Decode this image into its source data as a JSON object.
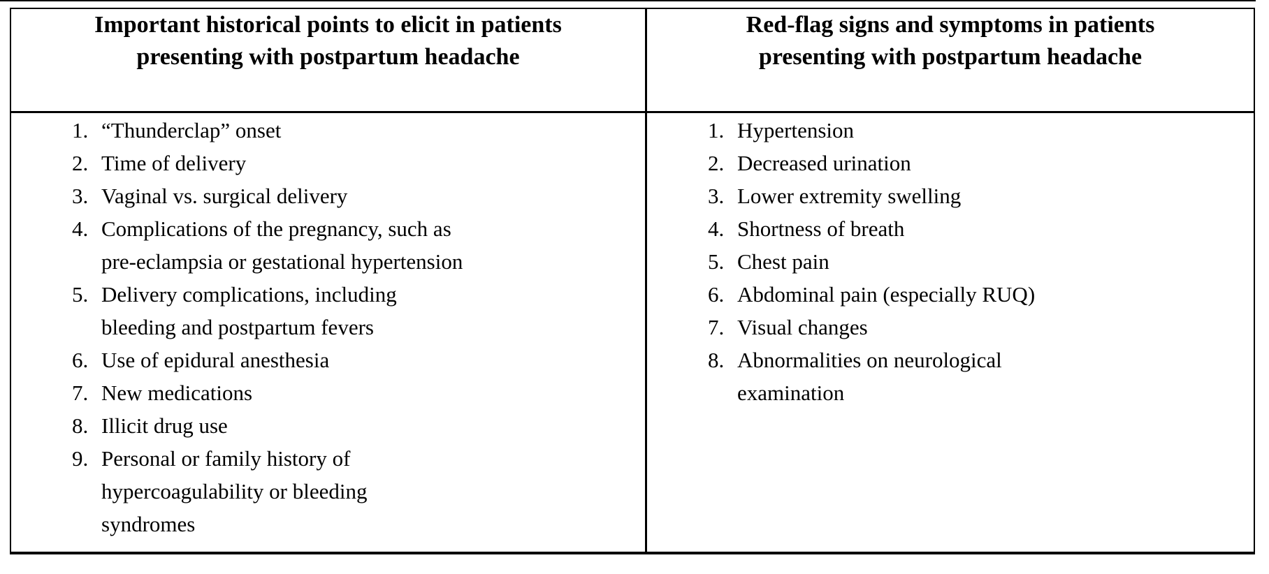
{
  "colors": {
    "background": "#ffffff",
    "border": "#000000",
    "text": "#000000"
  },
  "table": {
    "columns": [
      {
        "header": "Important historical points to elicit in patients\npresenting with postpartum headache",
        "items": [
          "“Thunderclap” onset",
          "Time of delivery",
          "Vaginal vs. surgical delivery",
          "Complications of the pregnancy, such as\npre-eclampsia or gestational hypertension",
          "Delivery complications, including\nbleeding and postpartum fevers",
          "Use of epidural anesthesia",
          "New medications",
          "Illicit drug use",
          "Personal or family history of\nhypercoagulability or bleeding\nsyndromes"
        ]
      },
      {
        "header": "Red-flag signs and symptoms in patients\npresenting with postpartum headache",
        "items": [
          "Hypertension",
          "Decreased urination",
          "Lower extremity swelling",
          "Shortness of breath",
          "Chest pain",
          "Abdominal pain (especially RUQ)",
          "Visual changes",
          "Abnormalities on neurological\nexamination"
        ]
      }
    ]
  }
}
